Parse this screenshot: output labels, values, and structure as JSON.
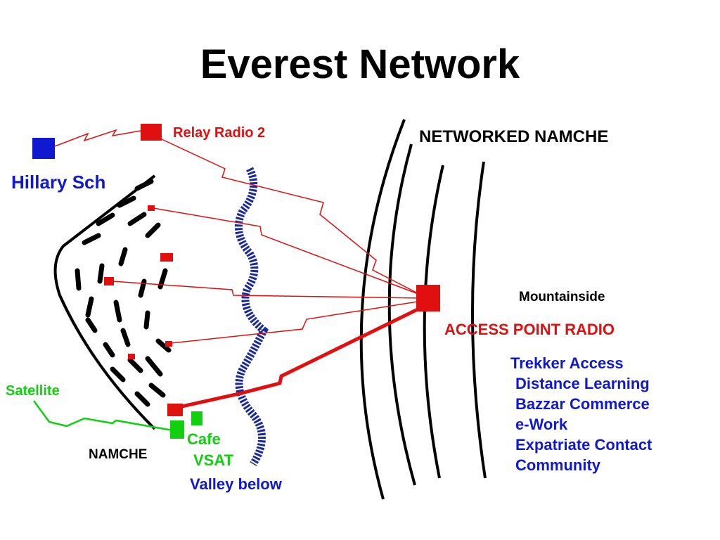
{
  "title": "Everest Network",
  "colors": {
    "red": "#e01010",
    "blue": "#1018d0",
    "green": "#10d010",
    "river": "#1a2a9a",
    "black": "#000000"
  },
  "labels": {
    "relay_radio": "Relay Radio 2",
    "hillary": "Hillary Sch",
    "networked": "NETWORKED NAMCHE",
    "mountainside": "Mountainside",
    "access_point": "ACCESS POINT RADIO",
    "satellite": "Satellite",
    "cafe": "Cafe",
    "vsat": "VSAT",
    "namche": "NAMCHE",
    "valley": "Valley below"
  },
  "services": [
    "Trekker Access",
    "Distance Learning",
    "Bazzar Commerce",
    "e-Work",
    "Expatriate Contact",
    "Community"
  ]
}
